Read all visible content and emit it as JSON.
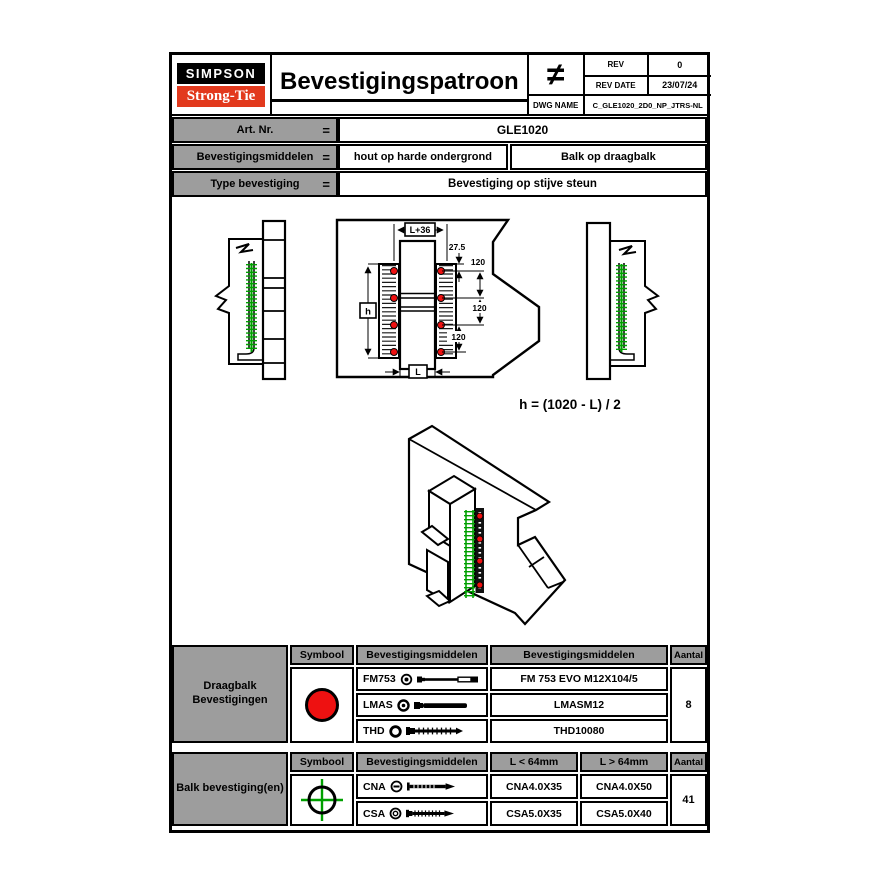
{
  "header": {
    "brand": {
      "top": "SIMPSON",
      "bottom": "Strong-Tie"
    },
    "title": "Bevestigingspatroon",
    "symbol": "≠",
    "rev": {
      "label": "REV",
      "value": "0"
    },
    "rev_date": {
      "label": "REV DATE",
      "value": "23/07/24"
    },
    "dwg": {
      "label": "DWG NAME",
      "value": "C_GLE1020_2D0_NP_JTRS-NL"
    }
  },
  "info": {
    "equals": "=",
    "art": {
      "label": "Art. Nr.",
      "value": "GLE1020"
    },
    "middelen": {
      "label": "Bevestigingsmiddelen",
      "value1": "hout op harde ondergrond",
      "value2": "Balk op draagbalk"
    },
    "type": {
      "label": "Type bevestiging",
      "value": "Bevestiging op stijve steun"
    }
  },
  "drawing": {
    "dim_top": "L+36",
    "dim_first": "27.5",
    "dim_spacing": "120",
    "dim_height": "h",
    "dim_length": "L",
    "formula": "h = (1020 - L) / 2"
  },
  "table1": {
    "row_label": "Draagbalk Bevestigingen",
    "headers": {
      "symbol": "Symbool",
      "fasteners": "Bevestigingsmiddelen",
      "fasteners2": "Bevestigingsmiddelen",
      "qty": "Aantal"
    },
    "rows": [
      {
        "code": "FM753",
        "name": "FM 753 EVO M12X104/5"
      },
      {
        "code": "LMAS",
        "name": "LMASM12"
      },
      {
        "code": "THD",
        "name": "THD10080"
      }
    ],
    "qty": "8"
  },
  "table2": {
    "row_label": "Balk bevestiging(en)",
    "headers": {
      "symbol": "Symbool",
      "fasteners": "Bevestigingsmiddelen",
      "small": "L < 64mm",
      "large": "L > 64mm",
      "qty": "Aantal"
    },
    "rows": [
      {
        "code": "CNA",
        "small": "CNA4.0X35",
        "large": "CNA4.0X50"
      },
      {
        "code": "CSA",
        "small": "CSA5.0X35",
        "large": "CSA5.0X40"
      }
    ],
    "qty": "41"
  },
  "colors": {
    "brand_red": "#e2391d",
    "dot_red": "#ee1111",
    "screw_green": "#00a000",
    "cell_gray": "#9d9d9d"
  }
}
